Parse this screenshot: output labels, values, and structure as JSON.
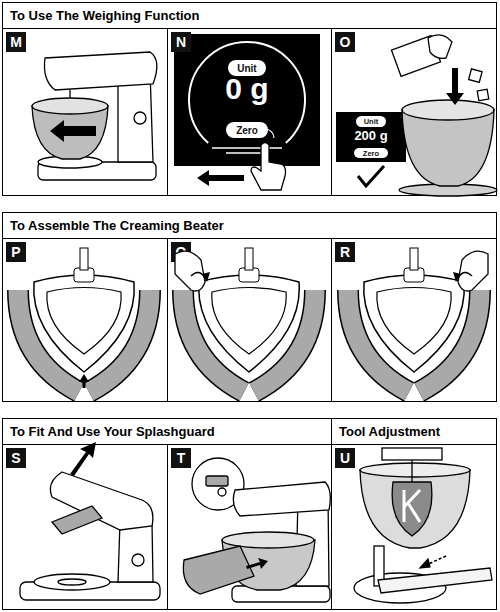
{
  "diagram": {
    "nodes": [
      {
        "text": [
          "To Use The Weighing Function"
        ]
      },
      {
        "text": [
          "M"
        ],
        "in": 0
      },
      {
        "text": [
          "N"
        ],
        "in": 0
      },
      {
        "text": [
          "0 g"
        ],
        "in": 2
      },
      {
        "text": [
          "Unit"
        ],
        "in": 3
      },
      {
        "text": [
          "Zero"
        ],
        "in": 3
      },
      {
        "text": [
          "O"
        ],
        "in": 0
      },
      {
        "text": [
          "200 g"
        ],
        "in": 6
      },
      {
        "text": [
          "Unit"
        ],
        "in": 7
      },
      {
        "text": [
          "Zero"
        ],
        "in": 7
      },
      {
        "text": [
          "To Assemble The Creaming Beater"
        ]
      },
      {
        "text": [
          "P"
        ],
        "in": 10
      },
      {
        "text": [
          "Q"
        ],
        "in": 10
      },
      {
        "text": [
          "R"
        ],
        "in": 10
      },
      {
        "text": [
          "To Fit And Use Your Splashguard"
        ]
      },
      {
        "text": [
          "S"
        ],
        "in": 14
      },
      {
        "text": [
          "T"
        ],
        "in": 14
      },
      {
        "text": [
          "Tool Adjustment"
        ]
      },
      {
        "text": [
          "U"
        ],
        "in": 17
      }
    ]
  }
}
